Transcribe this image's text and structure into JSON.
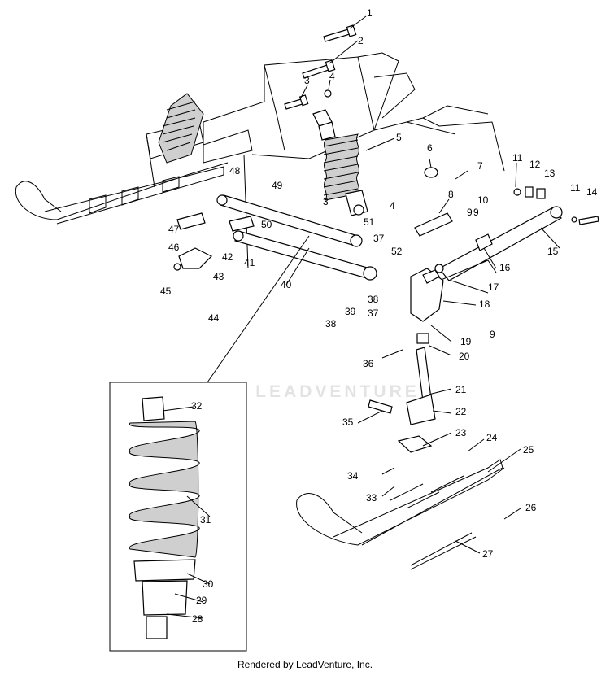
{
  "labels": {
    "l1": "1",
    "l2": "2",
    "l3a": "3",
    "l3b": "3",
    "l4a": "4",
    "l4b": "4",
    "l5": "5",
    "l6": "6",
    "l7": "7",
    "l8": "8",
    "l9a": "9",
    "l9b": "9",
    "l9c": "9",
    "l10": "10",
    "l11a": "11",
    "l11b": "11",
    "l12": "12",
    "l13": "13",
    "l14": "14",
    "l15": "15",
    "l16": "16",
    "l17": "17",
    "l18": "18",
    "l19": "19",
    "l20": "20",
    "l21": "21",
    "l22": "22",
    "l23": "23",
    "l24": "24",
    "l25": "25",
    "l26": "26",
    "l27": "27",
    "l28": "28",
    "l29": "29",
    "l30": "30",
    "l31": "31",
    "l32": "32",
    "l33": "33",
    "l34": "34",
    "l35": "35",
    "l36": "36",
    "l37a": "37",
    "l37b": "37",
    "l38a": "38",
    "l38b": "38",
    "l39": "39",
    "l40": "40",
    "l41": "41",
    "l42": "42",
    "l43": "43",
    "l44": "44",
    "l45": "45",
    "l46": "46",
    "l47": "47",
    "l48": "48",
    "l49": "49",
    "l50": "50",
    "l51": "51",
    "l52": "52"
  },
  "watermark": "LEADVENTURE",
  "footer": "Rendered by LeadVenture, Inc."
}
